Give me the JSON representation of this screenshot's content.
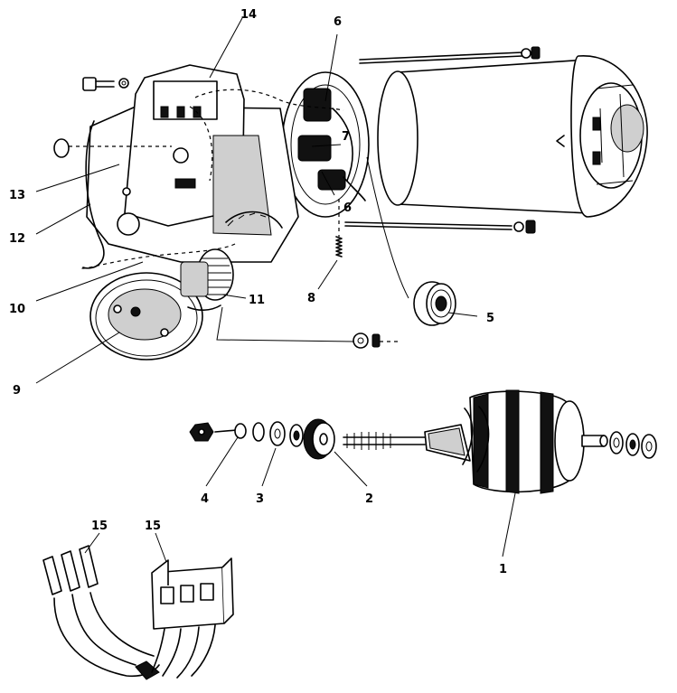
{
  "callouts": {
    "c1": "1",
    "c2": "2",
    "c3": "3",
    "c4": "4",
    "c5": "5",
    "c6a": "6",
    "c6b": "6",
    "c7": "7",
    "c8": "8",
    "c9": "9",
    "c10": "10",
    "c11": "11",
    "c12": "12",
    "c13": "13",
    "c14": "14",
    "c15a": "15",
    "c15b": "15"
  },
  "colors": {
    "line": "#000000",
    "background": "#ffffff"
  }
}
